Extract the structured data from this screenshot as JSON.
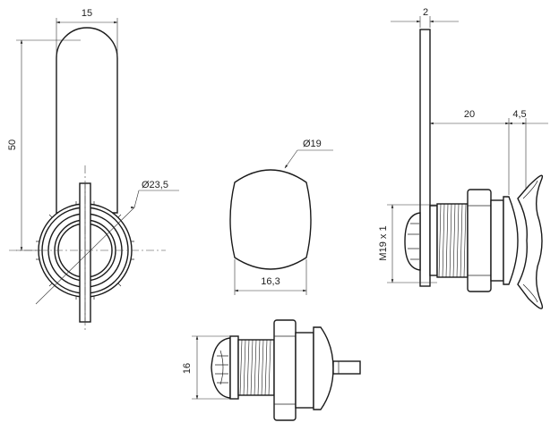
{
  "dimensions": {
    "front_width": "15",
    "front_height": "50",
    "front_diameter": "Ø23,5",
    "plug_diameter": "Ø19",
    "plug_width": "16,3",
    "bottom_height": "16",
    "side_thickness": "2",
    "side_offset": "20",
    "side_head": "4,5",
    "side_thread": "M19 x 1"
  }
}
